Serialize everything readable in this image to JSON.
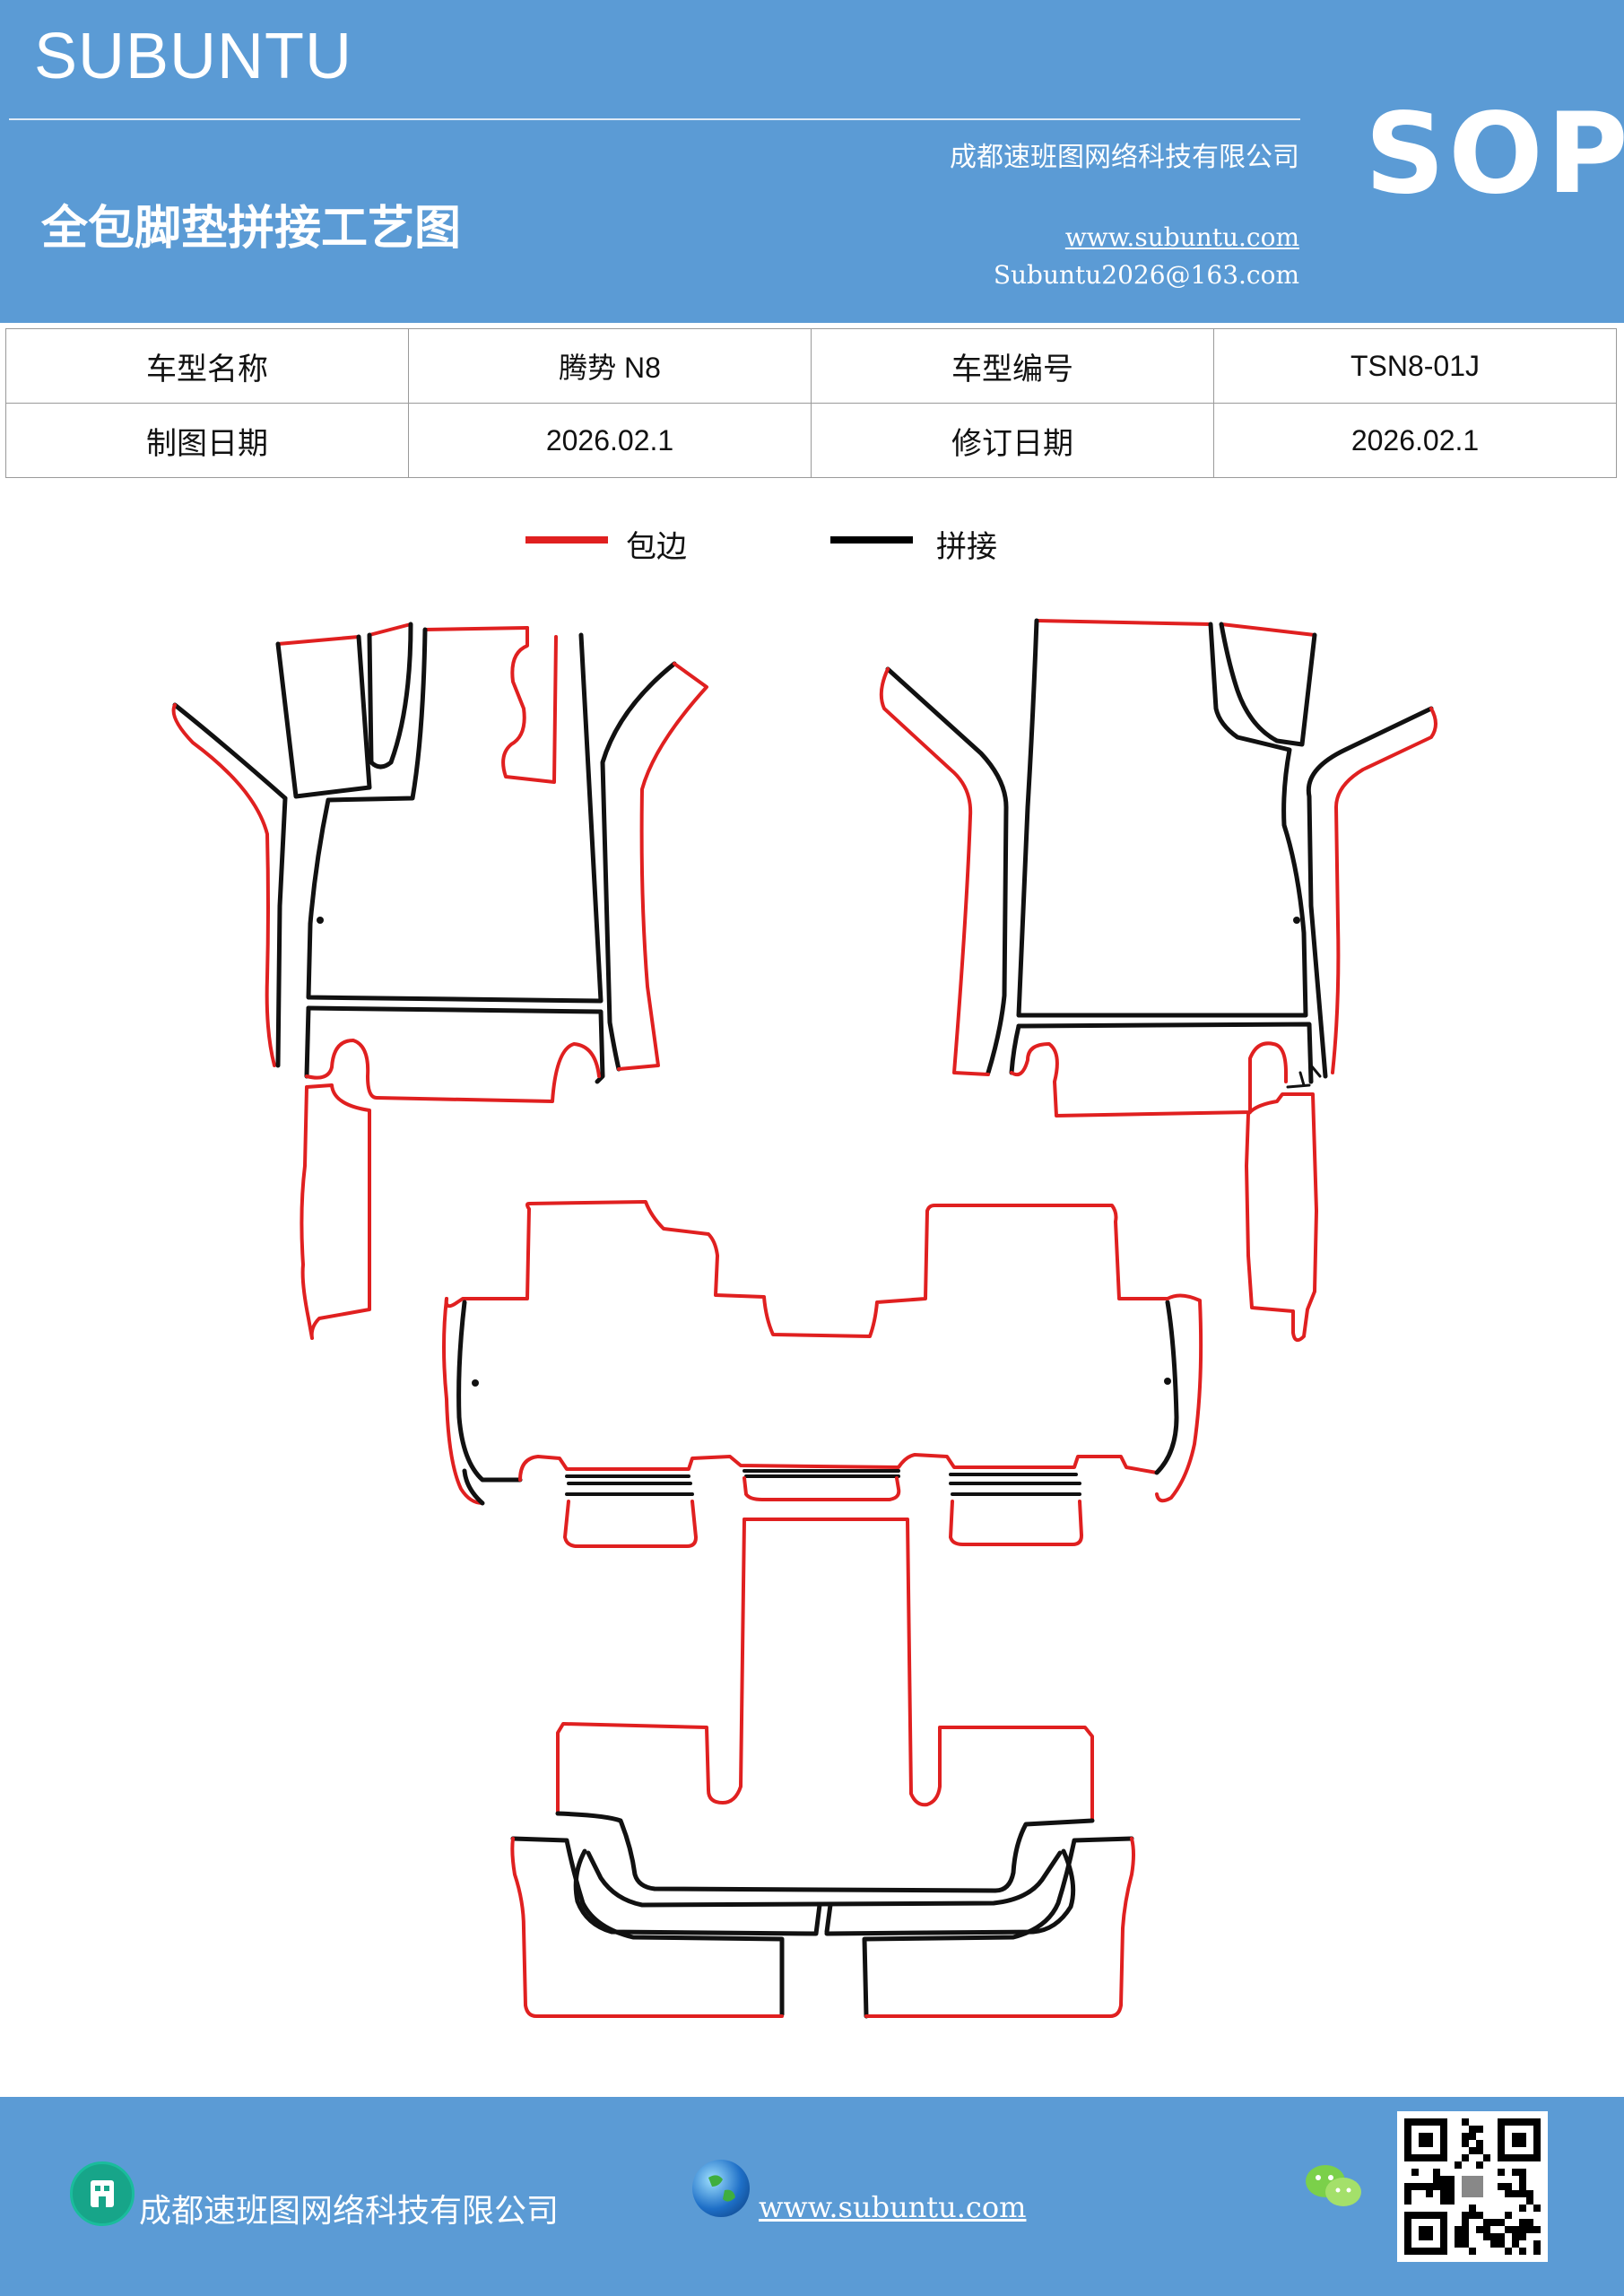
{
  "header": {
    "brand": "SUBUNTU",
    "company": "成都速班图网络科技有限公司",
    "title": "全包脚垫拼接工艺图",
    "website": "www.subuntu.com",
    "email": "Subuntu2026@163.com",
    "badge": "SOP"
  },
  "info_table": {
    "rows": [
      {
        "label1": "车型名称",
        "value1": "腾势 N8",
        "label2": "车型编号",
        "value2": "TSN8-01J"
      },
      {
        "label1": "制图日期",
        "value1": "2026.02.1",
        "label2": "修订日期",
        "value2": "2026.02.1"
      }
    ]
  },
  "legend": {
    "items": [
      {
        "label": "包边",
        "color": "#e02020"
      },
      {
        "label": "拼接",
        "color": "#000000"
      }
    ]
  },
  "drawing": {
    "edge_color": "#e02020",
    "seam_color": "#111111"
  },
  "footer": {
    "company": "成都速班图网络科技有限公司",
    "website": "www.subuntu.com",
    "icons": [
      "building-icon",
      "globe-icon",
      "wechat-icon",
      "qr-code"
    ]
  }
}
